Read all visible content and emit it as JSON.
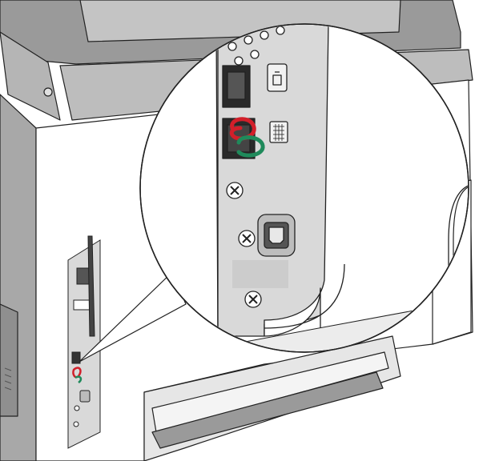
{
  "figure": {
    "subject": "printer-rear-phone-cable-connection",
    "icons": [
      "printer-rear-panel",
      "callout-magnifier",
      "ethernet-port",
      "phone-line-port",
      "ext-port",
      "usb-port",
      "thumbscrew-icon",
      "red-green-cable-loop"
    ],
    "colors": {
      "panel_gray": "#d9d9d9",
      "housing_white": "#ffffff",
      "shadow_gray": "#9a9a9a",
      "outline": "#222222",
      "cable_red": "#d21f2a",
      "cable_green": "#1f8a5b",
      "light_gray": "#ededed"
    }
  }
}
